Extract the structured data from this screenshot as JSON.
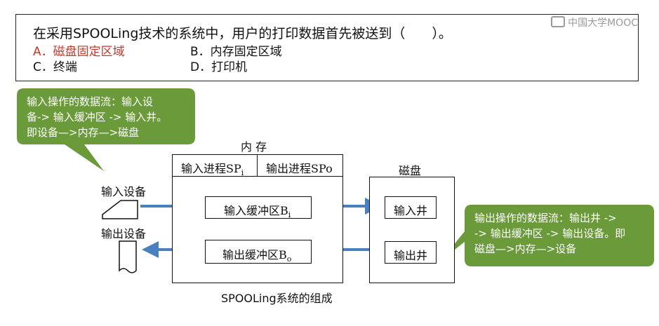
{
  "question": {
    "text": "在采用SPOOLing技术的系统中，用户的打印数据首先被送到（　　）。",
    "options": [
      {
        "label": "A．磁盘固定区域",
        "color": "#c0392b"
      },
      {
        "label": "B．内存固定区域",
        "color": "#111111"
      },
      {
        "label": "C．终端",
        "color": "#111111"
      },
      {
        "label": "D．打印机",
        "color": "#111111"
      }
    ]
  },
  "watermark": "中国大学MOOC",
  "diagram": {
    "memory_title": "内 存",
    "disk_title": "磁盘",
    "spi_label": "输入进程SP",
    "spi_sub": "i",
    "spo_label": "输出进程SPo",
    "input_buffer": "输入缓冲区B",
    "input_buffer_sub": "i",
    "output_buffer": "输出缓冲区B",
    "output_buffer_sub": "o",
    "input_well": "输入井",
    "output_well": "输出井",
    "input_device": "输入设备",
    "output_device": "输出设备",
    "caption": "SPOOLing系统的组成",
    "callout_input": [
      "输入操作的数据流：输入设",
      "备-> 输入缓冲区 -> 输入井。",
      "即设备—>内存—>磁盘"
    ],
    "callout_output": [
      "输出操作的数据流：输出井 ->",
      "-> 输出缓冲区 -> 输出设备。即",
      "磁盘—>内存—>设备"
    ],
    "colors": {
      "callout": "#6a9a3a",
      "arrow": "#4a7fc0",
      "answer": "#c0392b"
    }
  }
}
